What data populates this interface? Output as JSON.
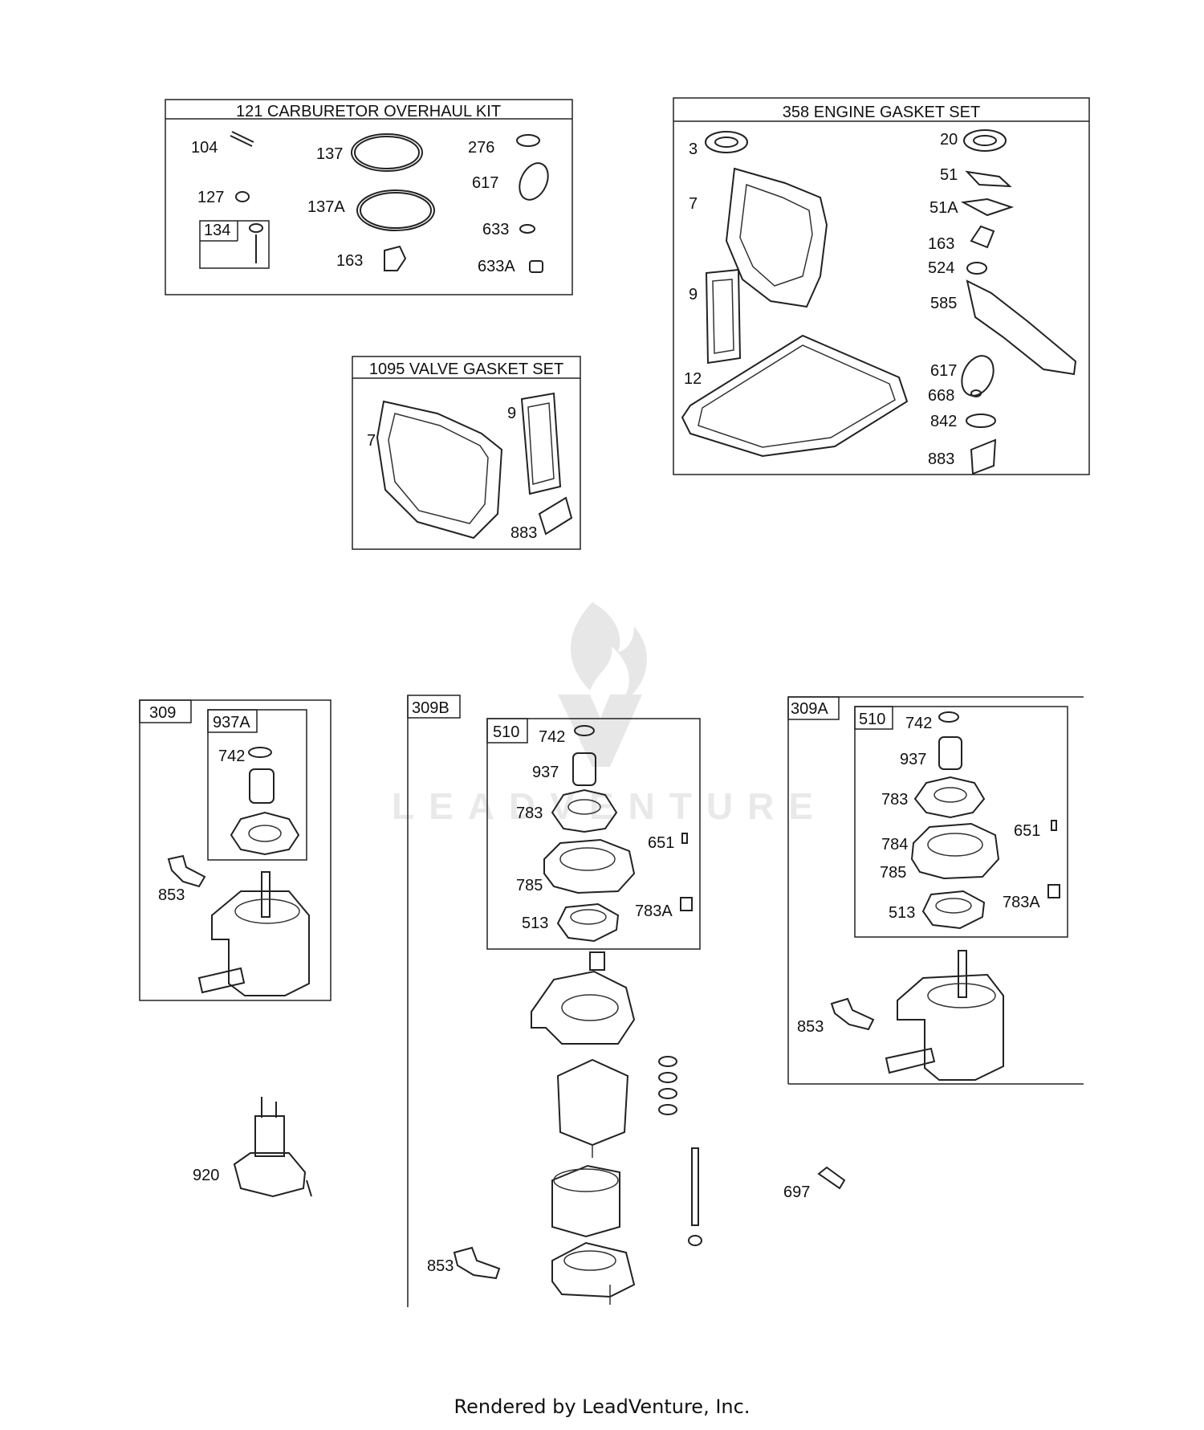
{
  "watermark": {
    "text": "LEADVENTURE"
  },
  "footer": {
    "text": "Rendered by LeadVenture, Inc."
  },
  "kits": {
    "carb": {
      "title": "121 CARBURETOR OVERHAUL KIT",
      "labels": [
        "104",
        "137",
        "276",
        "617",
        "127",
        "137A",
        "633",
        "134",
        "163",
        "633A"
      ]
    },
    "engine": {
      "title": "358 ENGINE GASKET SET",
      "labels": [
        "3",
        "20",
        "7",
        "51",
        "51A",
        "163",
        "524",
        "9",
        "585",
        "12",
        "617",
        "668",
        "842",
        "883"
      ]
    },
    "valve": {
      "title": "1095 VALVE GASKET SET",
      "labels": [
        "7",
        "9",
        "883"
      ]
    }
  },
  "starters": {
    "s309": {
      "box": "309",
      "subbox": "937A",
      "labels": [
        "742",
        "853"
      ]
    },
    "s309b": {
      "box": "309B",
      "subbox": "510",
      "labels": [
        "742",
        "937",
        "783",
        "651",
        "785",
        "783A",
        "513",
        "853"
      ]
    },
    "s309a": {
      "box": "309A",
      "subbox": "510",
      "labels": [
        "742",
        "937",
        "783",
        "651",
        "784",
        "785",
        "783A",
        "513",
        "853"
      ]
    }
  },
  "loose": {
    "p920": "920",
    "p697": "697"
  }
}
